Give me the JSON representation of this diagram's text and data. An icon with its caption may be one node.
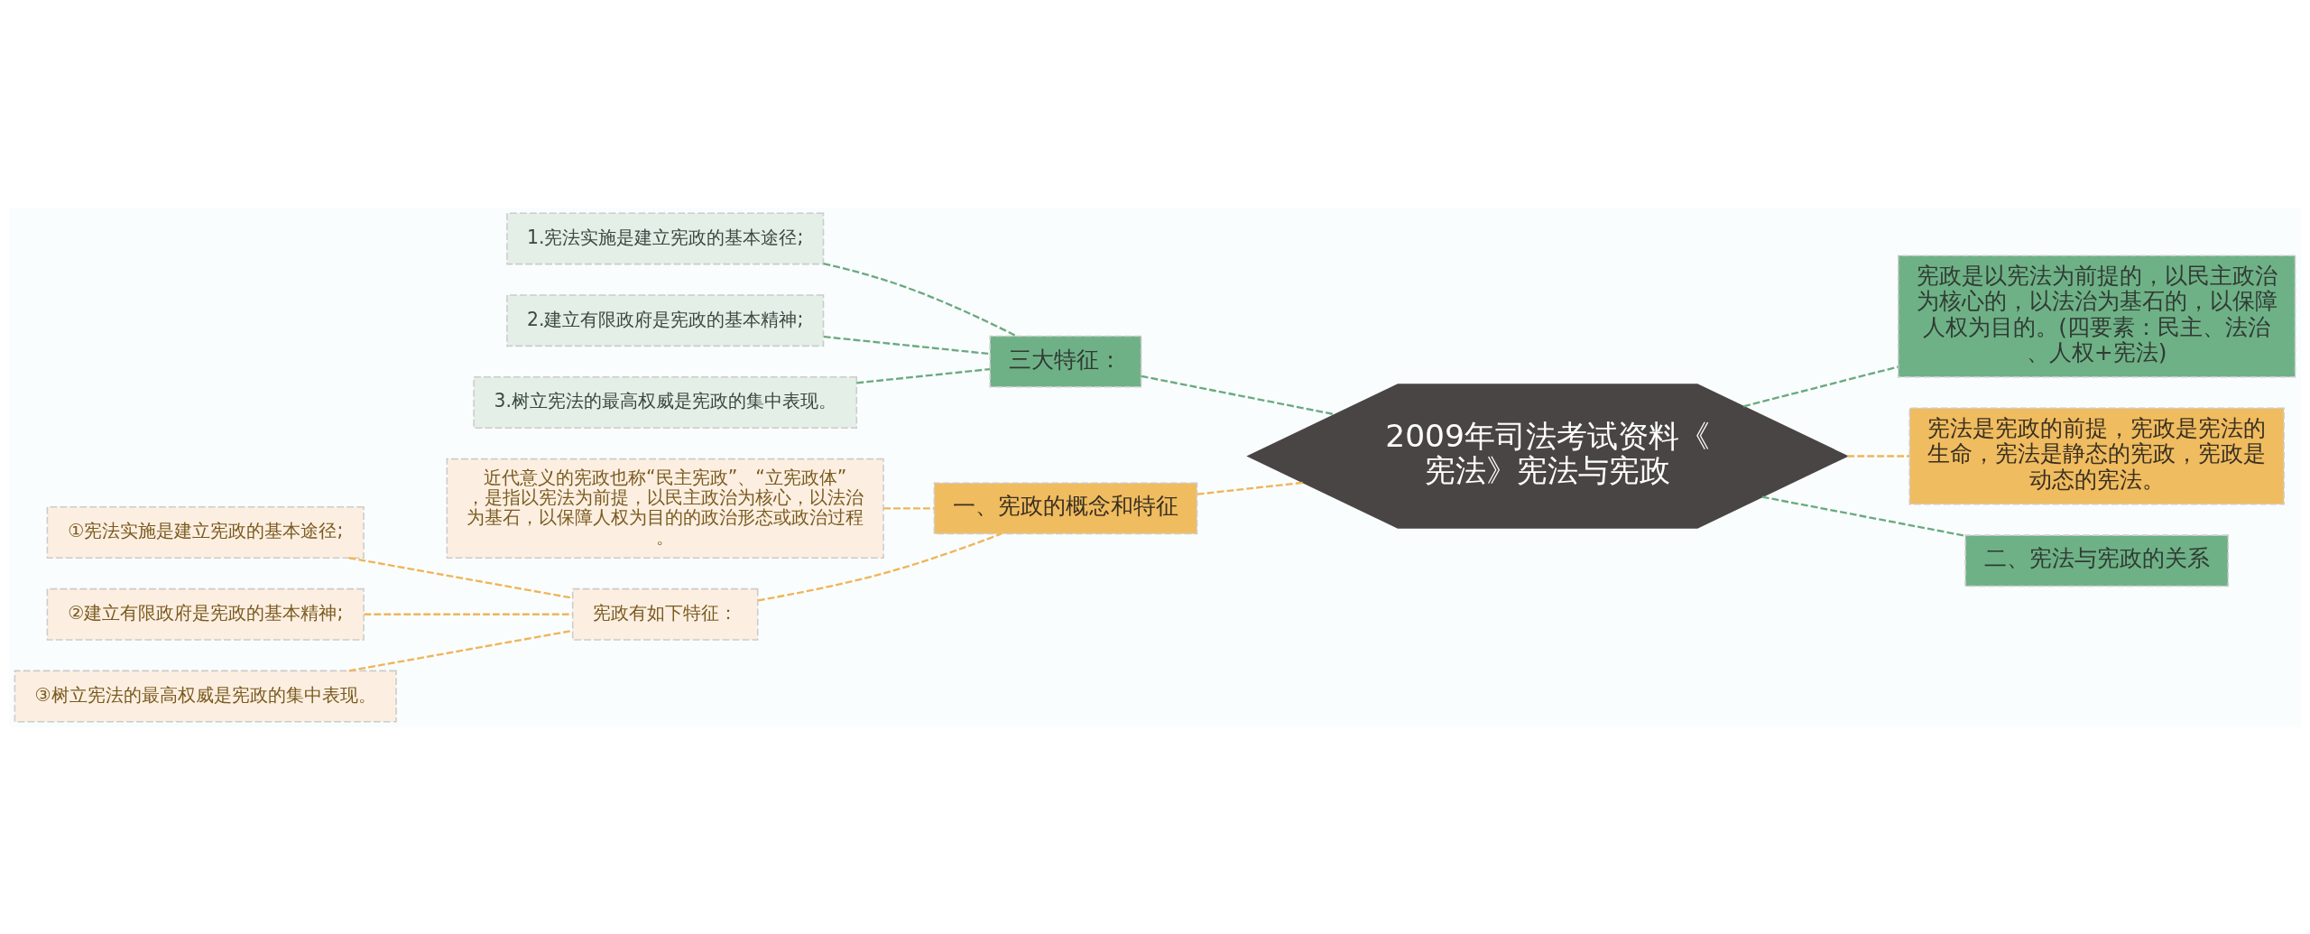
{
  "diagram": {
    "nodes": [
      {
        "text": [
          "2009年司法考试资料《宪法》宪法与宪政"
        ]
      },
      {
        "text": [
          "三大特征："
        ]
      },
      {
        "text": [
          "1.宪法实施是建立宪政的基本途径;"
        ]
      },
      {
        "text": [
          "2.建立有限政府是宪政的基本精神;"
        ]
      },
      {
        "text": [
          "3.树立宪法的最高权威是宪政的集中表现。"
        ]
      },
      {
        "text": [
          "一、宪政的概念和特征"
        ]
      },
      {
        "text": [
          "近代意义的宪政也称“民主宪政”、“立宪政体”，是指以宪法为前提，以民主政治为核心，以法治为基石，以保障人权为目的的政治形态或政治过程。"
        ]
      },
      {
        "text": [
          "宪政有如下特征："
        ]
      },
      {
        "text": [
          "①宪法实施是建立宪政的基本途径;"
        ]
      },
      {
        "text": [
          "②建立有限政府是宪政的基本精神;"
        ]
      },
      {
        "text": [
          "③树立宪法的最高权威是宪政的集中表现。"
        ]
      },
      {
        "text": [
          "宪政是以宪法为前提的，以民主政治为核心的，以法治为基石的，以保障人权为目的。(四要素：民主、法治、人权+宪法)"
        ]
      },
      {
        "text": [
          "宪法是宪政的前提，宪政是宪法的生命，宪法是静态的宪政，宪政是动态的宪法。"
        ]
      },
      {
        "text": [
          "二、宪法与宪政的关系"
        ]
      }
    ],
    "edges": [
      {
        "from": 0,
        "to": 1,
        "arrow": "none",
        "style": "dashed",
        "color": "#6aaa80"
      },
      {
        "from": 1,
        "to": 2,
        "arrow": "none",
        "style": "dashed",
        "color": "#6aaa80"
      },
      {
        "from": 1,
        "to": 3,
        "arrow": "none",
        "style": "dashed",
        "color": "#6aaa80"
      },
      {
        "from": 1,
        "to": 4,
        "arrow": "none",
        "style": "dashed",
        "color": "#6aaa80"
      },
      {
        "from": 0,
        "to": 5,
        "arrow": "none",
        "style": "dashed"
      },
      {
        "from": 5,
        "to": 6,
        "arrow": "none",
        "style": "dashed"
      },
      {
        "from": 5,
        "to": 7,
        "arrow": "none",
        "style": "dashed"
      },
      {
        "from": 7,
        "to": 8,
        "arrow": "none",
        "style": "dashed"
      },
      {
        "from": 7,
        "to": 9,
        "arrow": "none",
        "style": "dashed"
      },
      {
        "from": 7,
        "to": 10,
        "arrow": "none",
        "style": "dashed"
      },
      {
        "from": 0,
        "to": 11,
        "arrow": "none",
        "style": "dashed",
        "color": "#6aaa80"
      },
      {
        "from": 0,
        "to": 12,
        "arrow": "none",
        "style": "dashed"
      },
      {
        "from": 0,
        "to": 13,
        "arrow": "none",
        "style": "dashed",
        "color": "#6aaa80"
      }
    ]
  }
}
